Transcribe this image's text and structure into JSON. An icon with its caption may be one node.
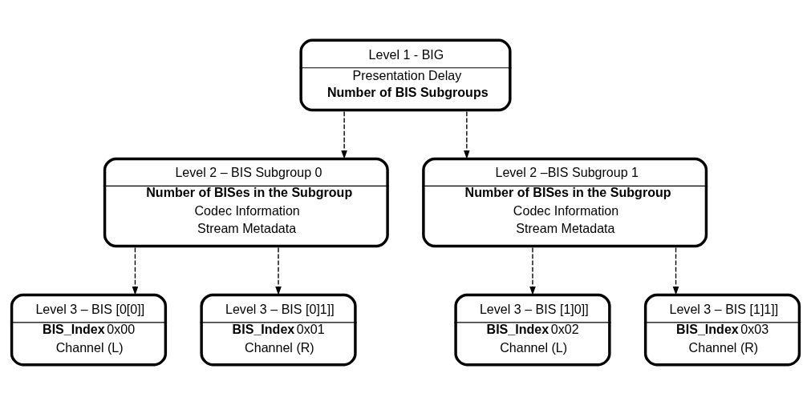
{
  "diagram": {
    "nodes": [
      {
        "text": [
          "Level 1 - BIG",
          "Presentation Delay",
          "Number of BIS Subgroups"
        ]
      },
      {
        "text": [
          "Level 2 – BIS Subgroup 0",
          "Number of BISes in the Subgroup",
          "Codec Information",
          "Stream Metadata"
        ]
      },
      {
        "text": [
          "Level 2 –BIS Subgroup 1",
          "Number of BISes in the Subgroup",
          "Codec Information",
          "Stream Metadata"
        ]
      },
      {
        "text": [
          "Level 3 – BIS [0[0]]",
          "**BIS_Index** 0x00",
          "Channel (L)"
        ]
      },
      {
        "text": [
          "Level 3 – BIS [0]1]]",
          "**BIS_Index** 0x01",
          "Channel (R)"
        ]
      },
      {
        "text": [
          "Level 3 – BIS [1]0]]",
          "**BIS_Index** 0x02",
          "Channel (L)"
        ]
      },
      {
        "text": [
          "Level 3 – BIS [1]1]]",
          "**BIS_Index** 0x03",
          "Channel (R)"
        ]
      }
    ],
    "edges": [
      {
        "from": 0,
        "to": 1,
        "arrow": "to",
        "style": "dashed"
      },
      {
        "from": 0,
        "to": 2,
        "arrow": "to",
        "style": "dashed"
      },
      {
        "from": 1,
        "to": 3,
        "arrow": "to",
        "style": "dashed"
      },
      {
        "from": 1,
        "to": 4,
        "arrow": "to",
        "style": "dashed"
      },
      {
        "from": 2,
        "to": 5,
        "arrow": "to",
        "style": "dashed"
      },
      {
        "from": 2,
        "to": 6,
        "arrow": "to",
        "style": "dashed"
      }
    ]
  }
}
